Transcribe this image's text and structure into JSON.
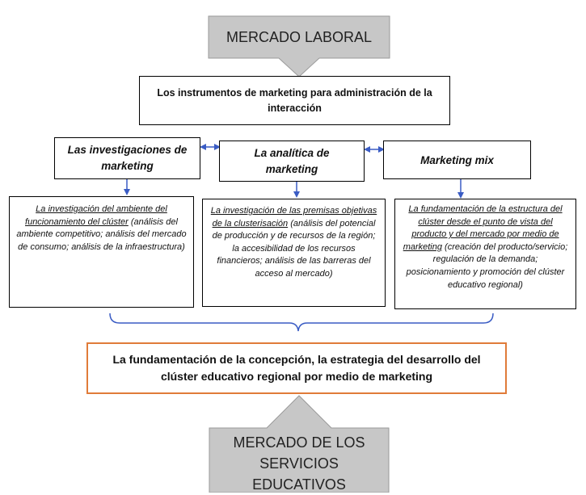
{
  "top": {
    "title": "MERCADO LABORAL"
  },
  "instruments": {
    "text": "Los instrumentos de marketing para administración de la interacción"
  },
  "categories": [
    {
      "label": "Las investigaciones de marketing"
    },
    {
      "label": "La analítica de marketing"
    },
    {
      "label": "Marketing mix"
    }
  ],
  "details": [
    {
      "heading": "La investigación del ambiente del funcionamiento del clúster",
      "body": "(análisis del ambiente competitivo; análisis del mercado de consumo; análisis de la infraestructura)"
    },
    {
      "heading": "La investigación de las premisas objetivas de la clusterisación",
      "body": "(análisis del potencial de producción y de recursos de la región; la accesibilidad de los recursos financieros; análisis de las barreras del acceso al mercado)"
    },
    {
      "heading": "La fundamentación de la estructura del clúster desde el punto de vista del producto y del mercado por medio de marketing",
      "body": "(creación del producto/servicio; regulación de la demanda; posicionamiento y promoción del clúster educativo regional)"
    }
  ],
  "result": {
    "text": "La fundamentación de la concepción, la estrategia del desarrollo del clúster educativo regional por medio de marketing"
  },
  "bottom": {
    "title": "MERCADO DE LOS SERVICIOS EDUCATIVOS"
  },
  "colors": {
    "gray": "#c7c7c7",
    "grayBorder": "#9a9a9a",
    "blue": "#3a5cc4",
    "orange": "#e07b39"
  }
}
